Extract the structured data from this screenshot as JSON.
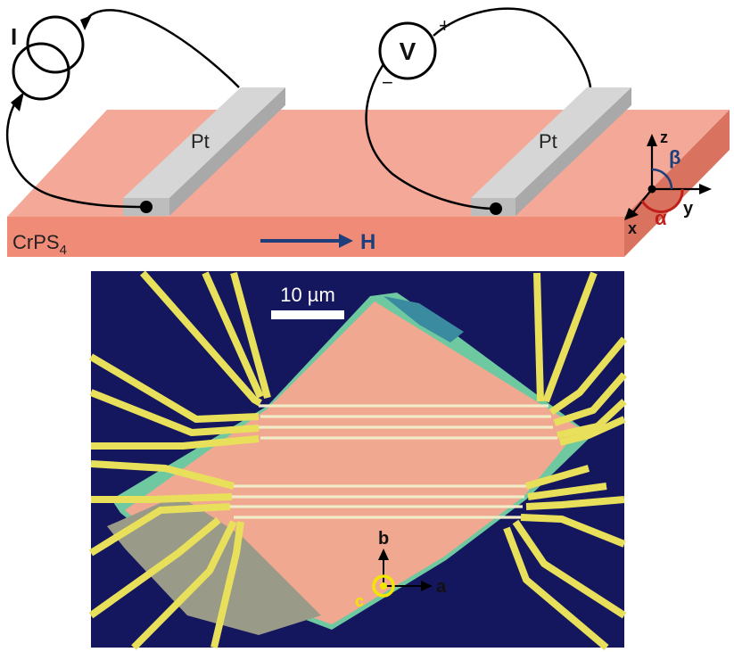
{
  "schematic": {
    "current_source_label": "I",
    "voltmeter_label": "V",
    "plus_sign": "+",
    "minus_sign": "−",
    "electrode_left_label": "Pt",
    "electrode_right_label": "Pt",
    "substrate_label": "CrPS",
    "substrate_subscript": "4",
    "field_label": "H",
    "axes": {
      "z": "z",
      "y": "y",
      "x": "x",
      "alpha": "α",
      "beta": "β"
    }
  },
  "micrograph": {
    "scale_bar_label": "10 µm",
    "crystal_axes": {
      "b": "b",
      "a": "a",
      "c": "c"
    }
  },
  "colors": {
    "slab_top": "#f3a898",
    "slab_front": "#f08b78",
    "slab_side": "#d9735f",
    "pt_light": "#d3d3d3",
    "pt_dark": "#a9a9a9",
    "field_arrow": "#1f3f7a",
    "alpha": "#c0201a",
    "beta": "#1f3f7a",
    "micro_bg": "#15175e",
    "flake": "#f1a890",
    "contacts": "#e8e05a",
    "c_axis": "#f2e600"
  }
}
